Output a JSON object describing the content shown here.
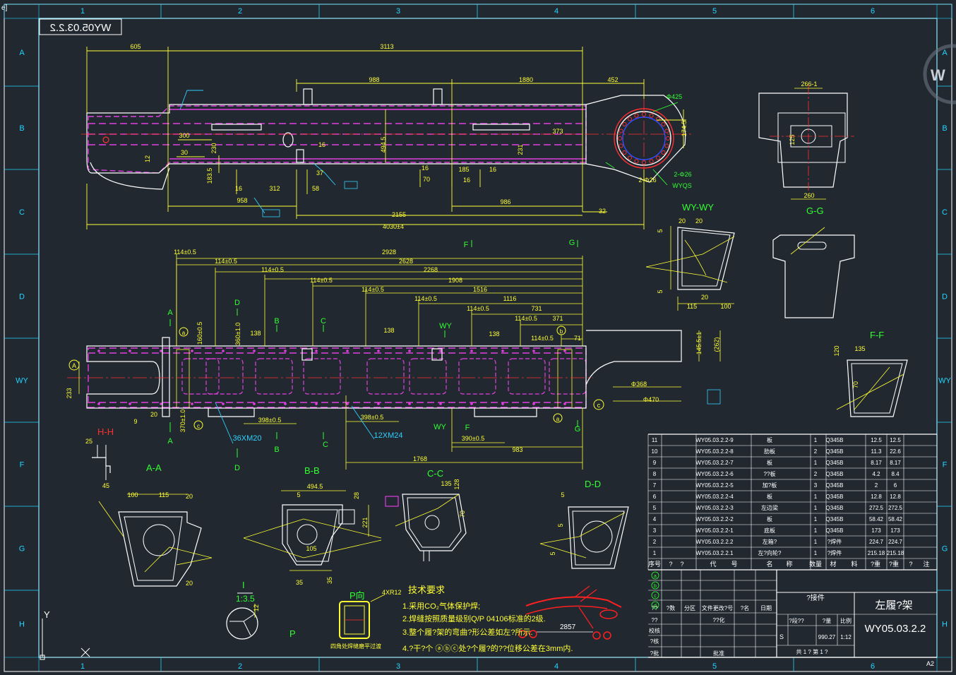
{
  "window": {
    "title_fragment": "e]"
  },
  "colors": {
    "background": "#212830",
    "frame": "#ffffff",
    "grid_text": "#1fd6ff",
    "zone_text": "#20e020",
    "dimension": "#ffff33",
    "outline": "#ffffff",
    "hidden": "#e040e0",
    "center": "#ff3030",
    "accent_green": "#30ff30",
    "leader_cyan": "#30d0ff",
    "red_sketch": "#ff2020"
  },
  "border": {
    "columns": [
      "1",
      "2",
      "3",
      "4",
      "5",
      "6"
    ],
    "rows": [
      "A",
      "B",
      "C",
      "D",
      "WY",
      "F",
      "G",
      "H"
    ],
    "sheet_size": "A2"
  },
  "top_view": {
    "dims_top": [
      "605",
      "3113",
      "988",
      "1880",
      "452",
      "Φ425",
      "266-1"
    ],
    "dims_mid": [
      "300",
      "30",
      "230",
      "16",
      "494.5",
      "231",
      "373",
      "174.5",
      "12",
      "183.5",
      "16",
      "312",
      "37",
      "58",
      "16",
      "70",
      "185",
      "16",
      "16",
      "2-Φ26"
    ],
    "dims_bottom": [
      "958",
      "986",
      "2155",
      "32",
      "4030±4"
    ],
    "tags": [
      "WYQS"
    ]
  },
  "plan_view": {
    "dims": [
      "114±0.5",
      "2928",
      "114±0.5",
      "2628",
      "114±0.5",
      "2268",
      "114±0.5",
      "1908",
      "114±0.5",
      "1516",
      "114±0.5",
      "1116",
      "114±0.5",
      "731",
      "114±0.5",
      "371",
      "114±0.5",
      "71",
      "138",
      "138",
      "138",
      "160±0.5",
      "360±1.0",
      "233",
      "20",
      "9",
      "370±1.0",
      "398±0.5",
      "398±0.5",
      "390±0.5",
      "983",
      "1768",
      "145.5±1",
      "(262)",
      "Φ368",
      "Φ470"
    ],
    "callouts": [
      "36XM20",
      "12XM24"
    ],
    "section_marks": [
      "A",
      "D",
      "B",
      "C",
      "WY",
      "F",
      "G"
    ],
    "balloons": [
      "A",
      "a",
      "b",
      "c"
    ]
  },
  "sections": {
    "wy_wy": {
      "title": "WY-WY",
      "dims": [
        "20",
        "5",
        "20",
        "5",
        "115",
        "100"
      ]
    },
    "g_g": {
      "title": "G-G",
      "dims": [
        "260",
        "125"
      ]
    },
    "f_f": {
      "title": "F-F",
      "dims": [
        "135",
        "120",
        "70"
      ]
    },
    "h_h": {
      "title": "H-H",
      "dims": [
        "25"
      ]
    },
    "a_a": {
      "title": "A-A",
      "dims": [
        "45",
        "100",
        "115",
        "20",
        "20"
      ]
    },
    "b_b": {
      "title": "B-B",
      "dims": [
        "494.5",
        "5",
        "28",
        "221",
        "105",
        "35",
        "35"
      ]
    },
    "c_c": {
      "title": "C-C",
      "dims": [
        "135",
        "128",
        "70"
      ]
    },
    "d_d": {
      "title": "D-D",
      "dims": [
        "5",
        "5",
        "5"
      ]
    }
  },
  "detail_i": {
    "title": "I",
    "scale": "1:3.5",
    "dim": "12"
  },
  "p_view": {
    "title": "P向",
    "dim": "4XR12",
    "note": "四角处焊缝磨平过渡",
    "marker": "P"
  },
  "tech_req": {
    "title": "技术要求",
    "lines": [
      "1.采用CO₂气体保护焊;",
      "2.焊缝按照质量级别Q/P 04106标准的2级.",
      "3.整个履?架的弯曲?形公差如左?所示.",
      "4.?干?个 ⓐⓑⓒ处?个履?的??位移公差在3mm内."
    ]
  },
  "deflection_sketch": {
    "dim": "2857"
  },
  "bom": {
    "rows": [
      {
        "no": "11",
        "code": "WY05.03.2.2-9",
        "name": "板",
        "qty": "1",
        "mat": "Q345B",
        "w1": "12.5",
        "w2": "12.5"
      },
      {
        "no": "10",
        "code": "WY05.03.2.2-8",
        "name": "肋板",
        "qty": "2",
        "mat": "Q345B",
        "w1": "11.3",
        "w2": "22.6"
      },
      {
        "no": "9",
        "code": "WY05.03.2.2-7",
        "name": "板",
        "qty": "1",
        "mat": "Q345B",
        "w1": "8.17",
        "w2": "8.17"
      },
      {
        "no": "8",
        "code": "WY05.03.2.2-6",
        "name": "??板",
        "qty": "2",
        "mat": "Q345B",
        "w1": "4.2",
        "w2": "8.4"
      },
      {
        "no": "7",
        "code": "WY05.03.2.2-5",
        "name": "加?板",
        "qty": "3",
        "mat": "Q345B",
        "w1": "2",
        "w2": "6"
      },
      {
        "no": "6",
        "code": "WY05.03.2.2-4",
        "name": "板",
        "qty": "1",
        "mat": "Q345B",
        "w1": "12.8",
        "w2": "12.8"
      },
      {
        "no": "5",
        "code": "WY05.03.2.2-3",
        "name": "左边梁",
        "qty": "1",
        "mat": "Q345B",
        "w1": "272.5",
        "w2": "272.5"
      },
      {
        "no": "4",
        "code": "WY05.03.2.2-2",
        "name": "板",
        "qty": "1",
        "mat": "Q345B",
        "w1": "58.42",
        "w2": "58.42"
      },
      {
        "no": "3",
        "code": "WY05.03.2.2-1",
        "name": "底板",
        "qty": "1",
        "mat": "Q345B",
        "w1": "173",
        "w2": "173"
      },
      {
        "no": "2",
        "code": "WY05.03.2.2.2",
        "name": "左箱?",
        "qty": "1",
        "mat": "?焊件",
        "w1": "224.7",
        "w2": "224.7"
      },
      {
        "no": "1",
        "code": "WY05.03.2.2.1",
        "name": "左?向轮?",
        "qty": "1",
        "mat": "?焊件",
        "w1": "215.18",
        "w2": "215.18"
      }
    ],
    "header": [
      "序号",
      "?",
      "?",
      "代",
      "号",
      "名",
      "称",
      "数量",
      "材",
      "料",
      "?重",
      "?重",
      "?",
      "注"
    ]
  },
  "title_block": {
    "part_type": "?接件",
    "part_name": "左履?架",
    "drawing_no": "WY05.03.2.2",
    "weight": "990.27",
    "scale": "1:12",
    "stage": "S",
    "sheets": "共 1 ?  第 1 ?",
    "labels": [
      "??",
      "?数",
      "分区",
      "文件更改?号",
      "?名",
      "日期",
      "??",
      "??化",
      "?段??",
      "?量",
      "比例",
      "校核",
      "?核",
      "?批",
      "批准"
    ],
    "circles": [
      "a",
      "b",
      "c",
      "d"
    ]
  },
  "mirror_label": "WY05.03.2.2",
  "watermark_letter": "W"
}
